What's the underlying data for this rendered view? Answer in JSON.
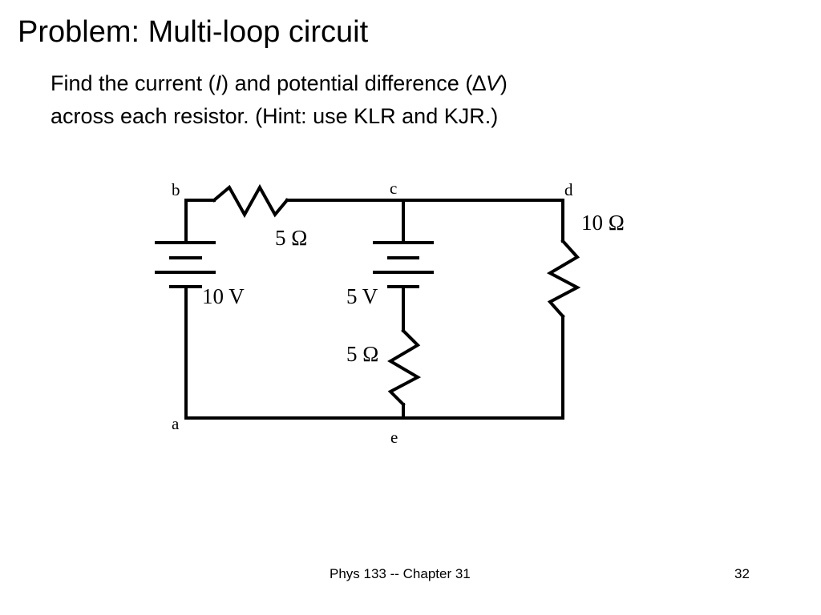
{
  "slide": {
    "title": "Problem: Multi-loop circuit",
    "prompt": {
      "line1_a": "Find the current (",
      "line1_current_symbol": "I",
      "line1_b": ") and potential difference (",
      "line1_delta": "∆",
      "line1_voltage_symbol": "V",
      "line1_c": ")",
      "line2": "across each resistor.  (Hint: use KLR and KJR.)"
    }
  },
  "circuit": {
    "nodes": {
      "a": "a",
      "b": "b",
      "c": "c",
      "d": "d",
      "e": "e"
    },
    "components": {
      "resistor_bc": "5 Ω",
      "resistor_d_branch": "10 Ω",
      "battery_left": "10 V",
      "battery_middle": "5 V",
      "resistor_middle": "5 Ω"
    },
    "wire_color": "#000000"
  },
  "footer": {
    "course": "Phys 133 -- Chapter 31",
    "page_number": "32"
  }
}
